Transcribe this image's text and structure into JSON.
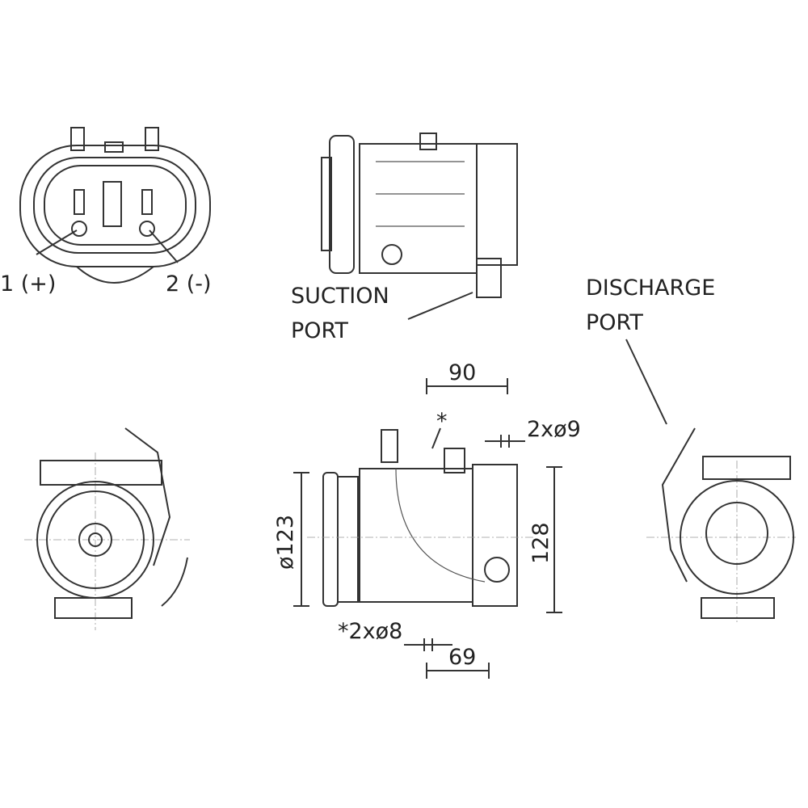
{
  "connector": {
    "pin1_label": "1 (+)",
    "pin2_label": "2 (-)"
  },
  "ports": {
    "suction_line1": "SUCTION",
    "suction_line2": "PORT",
    "discharge_line1": "DISCHARGE",
    "discharge_line2": "PORT"
  },
  "dimensions": {
    "width_top": "90",
    "asterisk": "*",
    "hole_top": "2xø9",
    "pulley_diameter": "ø123",
    "height": "128",
    "hole_bottom": "*2xø8",
    "width_bottom": "69"
  },
  "colors": {
    "line": "#333333"
  }
}
